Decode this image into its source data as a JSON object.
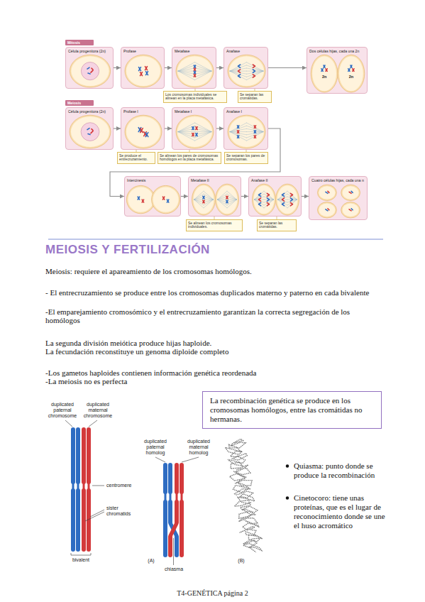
{
  "diagram": {
    "title": "MEIOSIS Y FERTILIZACIÓN",
    "nodes": [
      {
        "text": [
          "Mitosis"
        ]
      },
      {
        "text": [
          "Célula progenitora (2n)"
        ]
      },
      {
        "text": [
          "Profase"
        ]
      },
      {
        "text": [
          "Metafase"
        ]
      },
      {
        "text": [
          "Anafase"
        ]
      },
      {
        "text": [
          "Dos células hijas, cada una 2n",
          "2n",
          "2n"
        ]
      },
      {
        "text": [
          "Los cromosomas individuales se alinean en la placa metafásica."
        ]
      },
      {
        "text": [
          "Se separan las cromátidas."
        ]
      },
      {
        "text": [
          "Meiosis"
        ]
      },
      {
        "text": [
          "Célula progenitora (2n)"
        ]
      },
      {
        "text": [
          "Profase I"
        ]
      },
      {
        "text": [
          "Metafase I"
        ]
      },
      {
        "text": [
          "Anafase I"
        ]
      },
      {
        "text": [
          "Se produce el entrecruzamiento."
        ]
      },
      {
        "text": [
          "Se alinean los pares de cromosomas homólogos en la placa metafásica."
        ]
      },
      {
        "text": [
          "Se separan los pares de cromosomas."
        ]
      },
      {
        "text": [
          "Intercinesis"
        ]
      },
      {
        "text": [
          "Metafase II"
        ]
      },
      {
        "text": [
          "Anafase II"
        ]
      },
      {
        "text": [
          "Cuatro células hijas, cada una n"
        ]
      },
      {
        "text": [
          "Se alinean los cromosomas individuales."
        ]
      },
      {
        "text": [
          "Se separan las cromátidas."
        ]
      },
      {
        "text": [
          "La recombinación genética se produce en los cromosomas homólogos, entre las cromátidas no hermanas."
        ]
      }
    ],
    "edges": [
      {
        "from": 1,
        "to": 2,
        "arrow": "to"
      },
      {
        "from": 2,
        "to": 3,
        "arrow": "to"
      },
      {
        "from": 3,
        "to": 4,
        "arrow": "to"
      },
      {
        "from": 4,
        "to": 5,
        "arrow": "to"
      },
      {
        "from": 3,
        "to": 6,
        "arrow": "none"
      },
      {
        "from": 4,
        "to": 7,
        "arrow": "none"
      },
      {
        "from": 9,
        "to": 10,
        "arrow": "to"
      },
      {
        "from": 10,
        "to": 11,
        "arrow": "to"
      },
      {
        "from": 11,
        "to": 12,
        "arrow": "to"
      },
      {
        "from": 12,
        "to": 16,
        "arrow": "to"
      },
      {
        "from": 16,
        "to": 17,
        "arrow": "to"
      },
      {
        "from": 17,
        "to": 18,
        "arrow": "to"
      },
      {
        "from": 18,
        "to": 19,
        "arrow": "to"
      },
      {
        "from": 10,
        "to": 13,
        "arrow": "none"
      },
      {
        "from": 11,
        "to": 14,
        "arrow": "none"
      },
      {
        "from": 12,
        "to": 15,
        "arrow": "none"
      },
      {
        "from": 17,
        "to": 20,
        "arrow": "none"
      },
      {
        "from": 18,
        "to": 21,
        "arrow": "none"
      }
    ],
    "labels": [
      "Meiosis: requiere el apareamiento de los cromosomas homólogos.",
      "- El entrecruzamiento se produce entre los cromosomas duplicados materno y paterno en cada bivalente",
      "-El emparejamiento cromosómico y el entrecruzamiento garantizan la correcta segregación de los homólogos",
      "La segunda división meiótica produce hijas haploide.",
      "La fecundación reconstituye un genoma diploide completo",
      "-Los gametos haploides contienen información genética reordenada",
      "-La meiosis no es perfecta",
      "duplicated paternal chromosome",
      "duplicated maternal chromosome",
      "centromere",
      "sister chromatids",
      "bivalent",
      "duplicated paternal homolog",
      "duplicated maternal homolog",
      "(A)",
      "chiasma",
      "(B)",
      "Quiasma: punto donde se produce la recombinación",
      "Cinetocoro: tiene unas proteínas, que es el lugar de reconocimiento donde se une el huso acromático",
      "T4-GENÉTICA página 2"
    ]
  }
}
